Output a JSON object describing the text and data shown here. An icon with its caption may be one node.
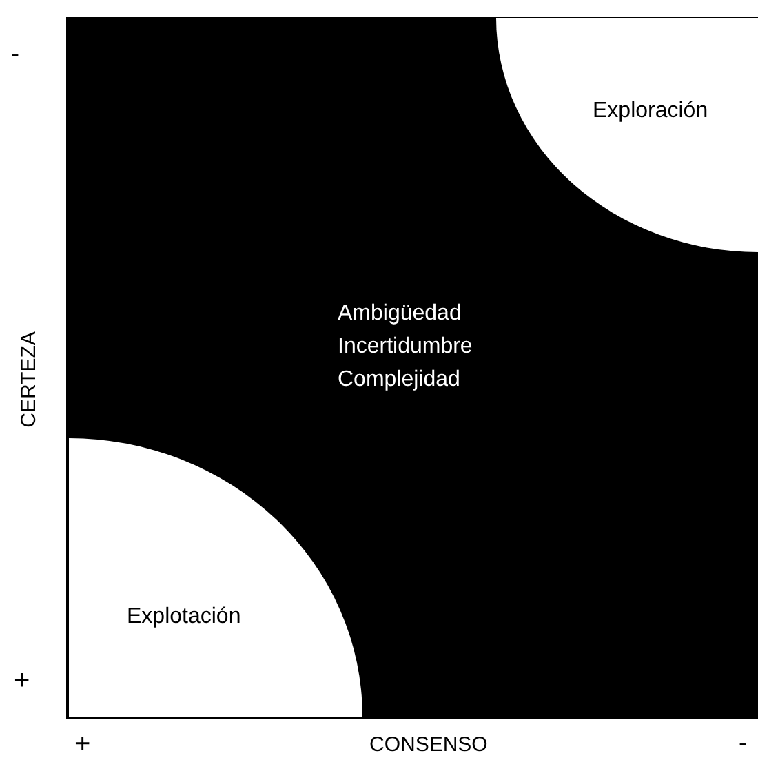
{
  "diagram": {
    "nodes": [
      {
        "text": [
          "Ambigüedad",
          "Incertidumbre",
          "Complejidad"
        ]
      },
      {
        "text": [
          "Exploración"
        ],
        "in": 0
      },
      {
        "text": [
          "Explotación"
        ],
        "in": 0
      }
    ],
    "labels": [
      "-",
      "CERTEZA",
      "+",
      "+",
      "CONSENSO",
      "-"
    ]
  }
}
